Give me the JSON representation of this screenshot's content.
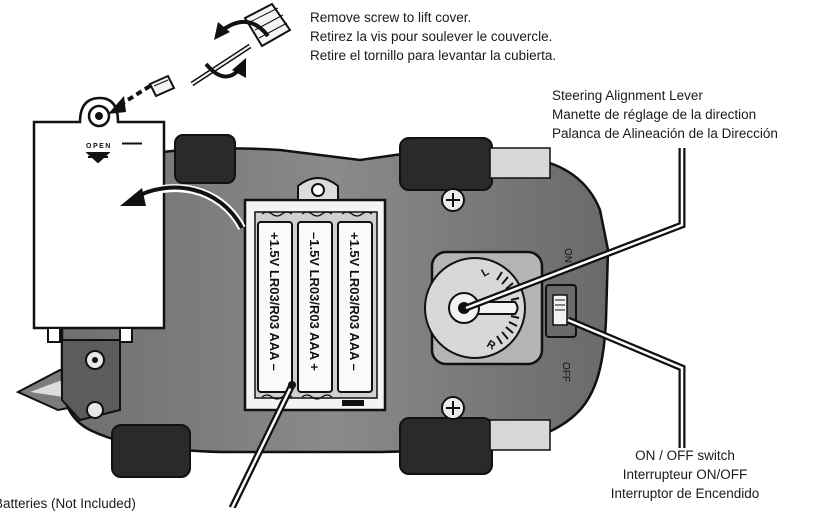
{
  "screw_instruction": {
    "en": "Remove screw to lift cover.",
    "fr": "Retirez la vis pour soulever le couvercle.",
    "es": "Retire el tornillo para levantar la cubierta."
  },
  "steering_lever": {
    "en": "Steering Alignment Lever",
    "fr": "Manette de réglage de la direction",
    "es": "Palanca de Alineación de la Dirección"
  },
  "power_switch": {
    "en": "ON / OFF switch",
    "fr": "Interrupteur ON/OFF",
    "es": "Interruptor de Encendido"
  },
  "batteries_note": "Batteries (Not Included)",
  "cover": {
    "open_label": "OPEN",
    "polarity": "—"
  },
  "batteries": [
    {
      "label": "+1.5V LR03/R03 AAA –"
    },
    {
      "label": "–1.5V LR03/R03 AAA +"
    },
    {
      "label": "+1.5V LR03/R03 AAA –"
    }
  ],
  "steering_dial": {
    "left": "L",
    "right": "R"
  },
  "switch_positions": {
    "on": "ON",
    "off": "OFF"
  }
}
